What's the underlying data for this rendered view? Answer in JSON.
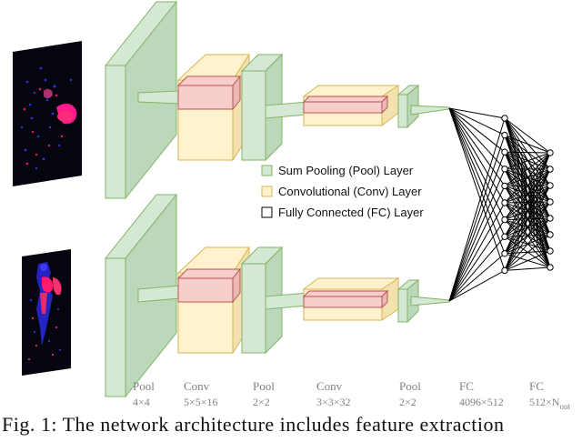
{
  "legend": [
    {
      "label": "Sum Pooling (Pool) Layer",
      "color": "#d5e8d4"
    },
    {
      "label": "Convolutional (Conv) Layer",
      "color": "#fff2cc"
    },
    {
      "label": "Fully Connected (FC) Layer",
      "color": "#ffffff"
    }
  ],
  "stages": [
    {
      "name": "Pool",
      "dim": "4×4"
    },
    {
      "name": "Conv",
      "dim": "5×5×16"
    },
    {
      "name": "Pool",
      "dim": "2×2"
    },
    {
      "name": "Conv",
      "dim": "3×3×32"
    },
    {
      "name": "Pool",
      "dim": "2×2"
    },
    {
      "name": "FC",
      "dim": "4096×512"
    },
    {
      "name": "FC",
      "dim": "512×N",
      "dim_sub": "out"
    }
  ],
  "caption": "Fig. 1: The network architecture includes feature extraction",
  "colors": {
    "pool_fill": "#d5e8d4",
    "pool_stroke": "#82b366",
    "conv_fill": "#fff2cc",
    "conv_stroke": "#d6b656",
    "kernel_fill": "#f8cecc",
    "kernel_stroke": "#b85450"
  }
}
